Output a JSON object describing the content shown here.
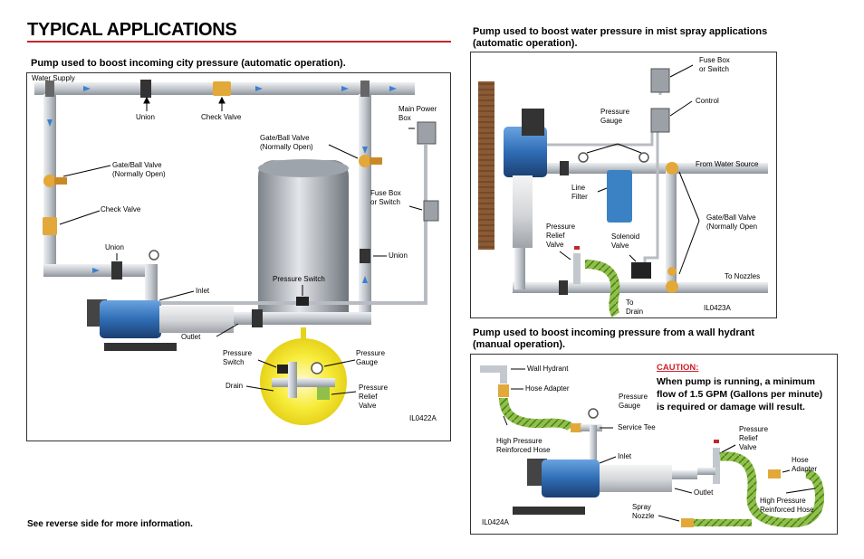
{
  "page": {
    "title": "TYPICAL APPLICATIONS",
    "footer": "See reverse side for more information."
  },
  "colors": {
    "accent_rule": "#c0282d",
    "pipe": "#c8ccd2",
    "pump_blue": "#2f6db5",
    "valve_brass": "#e2a83a",
    "hose_green": "#8fc14a",
    "highlight_yellow": "#f7ec3a",
    "caution_red": "#d0202a"
  },
  "diagram1": {
    "heading": "Pump used to boost incoming city pressure (automatic operation).",
    "labels": {
      "water_supply": "Water Supply",
      "union_top": "Union",
      "check_valve_top": "Check Valve",
      "main_power_box": [
        "Main Power",
        "Box"
      ],
      "gate_valve_left": [
        "Gate/Ball Valve",
        "(Normally Open)"
      ],
      "gate_valve_right": [
        "Gate/Ball Valve",
        "(Normally Open)"
      ],
      "fuse_box": [
        "Fuse Box",
        "or Switch"
      ],
      "check_valve_left": "Check Valve",
      "union_left": "Union",
      "union_right": "Union",
      "inlet": "Inlet",
      "pressure_switch_tank": "Pressure Switch",
      "outlet": "Outlet",
      "pressure_switch_detail": [
        "Pressure",
        "Switch"
      ],
      "pressure_gauge_detail": [
        "Pressure",
        "Gauge"
      ],
      "drain": "Drain",
      "pressure_relief": [
        "Pressure",
        "Relief",
        "Valve"
      ]
    },
    "code": "IL0422A"
  },
  "diagram2": {
    "heading": [
      "Pump used to boost water pressure in mist spray applications",
      "(automatic operation)."
    ],
    "labels": {
      "fuse_box": [
        "Fuse Box",
        "or Switch"
      ],
      "control": "Control",
      "pressure_gauge": [
        "Pressure",
        "Gauge"
      ],
      "from_water_source": "From Water Source",
      "line_filter": [
        "Line",
        "Filter"
      ],
      "gate_valve": [
        "Gate/Ball Valve",
        "(Normally Open"
      ],
      "pressure_relief": [
        "Pressure",
        "Relief",
        "Valve"
      ],
      "solenoid": [
        "Solenoid",
        "Valve"
      ],
      "to_nozzles": "To Nozzles",
      "to_drain": [
        "To",
        "Drain"
      ]
    },
    "code": "IL0423A"
  },
  "diagram3": {
    "heading": [
      "Pump used to boost incoming pressure from a wall hydrant",
      "(manual operation)."
    ],
    "labels": {
      "wall_hydrant": "Wall Hydrant",
      "hose_adapter_top": "Hose Adapter",
      "pressure_gauge": [
        "Pressure",
        "Gauge"
      ],
      "service_tee": "Service Tee",
      "high_pressure_hose_left": [
        "High Pressure",
        "Reinforced Hose"
      ],
      "inlet": "Inlet",
      "pressure_relief": [
        "Pressure",
        "Relief",
        "Valve"
      ],
      "hose_adapter_right": [
        "Hose",
        "Adapter"
      ],
      "outlet": "Outlet",
      "high_pressure_hose_right": [
        "High Pressure",
        "Reinforced Hose"
      ],
      "spray_nozzle": [
        "Spray",
        "Nozzle"
      ]
    },
    "caution": {
      "title": "CAUTION:",
      "lines": [
        "When pump is running, a minimum",
        "flow of 1.5 GPM (Gallons per minute)",
        "is required or damage will result."
      ]
    },
    "code": "IL0424A"
  }
}
